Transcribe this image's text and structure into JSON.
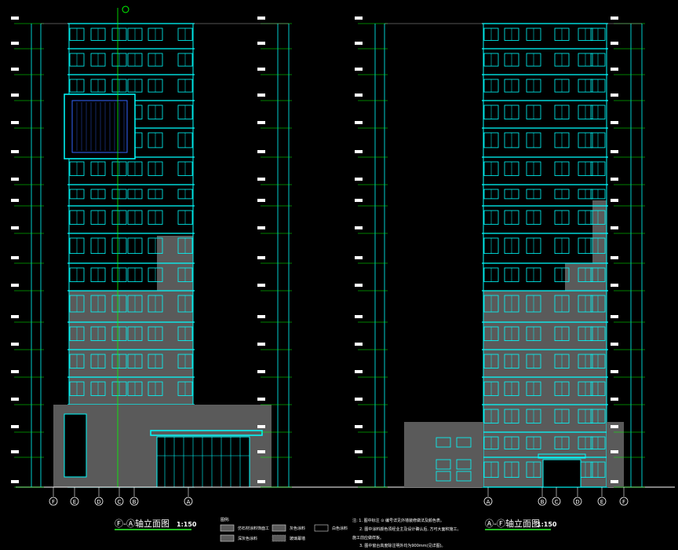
{
  "drawings": [
    {
      "title": "Ⓕ-Ⓐ轴立面图",
      "scale": "1:150",
      "axes": [
        "F",
        "E",
        "D",
        "C",
        "B",
        "A"
      ]
    },
    {
      "title": "Ⓐ-Ⓕ轴立面图",
      "scale": "1:150",
      "axes": [
        "A",
        "B",
        "C",
        "D",
        "E",
        "F"
      ]
    }
  ],
  "legend": {
    "header": "图例:",
    "items": [
      "仿石材涂料饰面工",
      "灰色涂料",
      "白色涂料",
      "深灰色涂料",
      "玻璃幕墙"
    ]
  },
  "notes": [
    "注: 1. 图中标注 ⊙ 编号详见外墙装修做法及颜色表。",
    "2. 图中涂料颜色须经业主及设计确认后, 方可大面积施工。",
    "施工前应做样板。",
    "3. 图中窗台高度除注明外均为900mm(见详图)。"
  ],
  "colors": {
    "outline": "#00ffff",
    "fill": "#5a5a5a",
    "dim": "#00ff00",
    "title_underline": "#22bb22"
  }
}
